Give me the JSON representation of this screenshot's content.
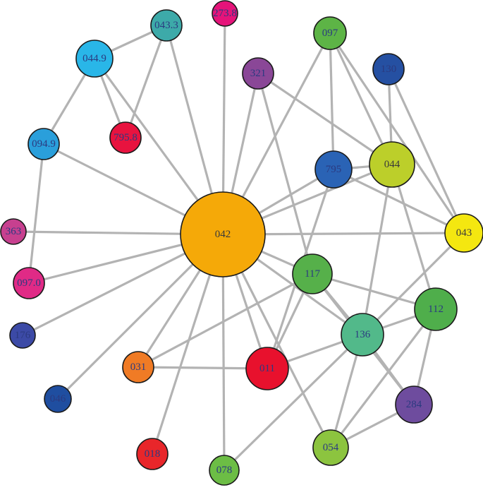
{
  "graph": {
    "nodes": [
      {
        "id": "042",
        "label": "042",
        "color": "#F5A908",
        "text_color": "#3a3a3a"
      },
      {
        "id": "273.8",
        "label": "273.8",
        "color": "#E5147A",
        "text_color": "#2b3a80"
      },
      {
        "id": "043.3",
        "label": "043.3",
        "color": "#3DAAA9",
        "text_color": "#2b3a80"
      },
      {
        "id": "044.9",
        "label": "044.9",
        "color": "#29B6E8",
        "text_color": "#2b3a80"
      },
      {
        "id": "795.8",
        "label": "795.8",
        "color": "#E8133F",
        "text_color": "#2b3a80"
      },
      {
        "id": "094.9",
        "label": "094.9",
        "color": "#2A9FDB",
        "text_color": "#2b3a80"
      },
      {
        "id": "363",
        "label": "363",
        "color": "#C7408F",
        "text_color": "#2b3a80"
      },
      {
        "id": "097.0",
        "label": "097.0",
        "color": "#E02A86",
        "text_color": "#2b3a80"
      },
      {
        "id": "176",
        "label": "176",
        "color": "#3C4AA6",
        "text_color": "#2b3a80"
      },
      {
        "id": "046",
        "label": "046",
        "color": "#1F4EA0",
        "text_color": "#2b3a80"
      },
      {
        "id": "031",
        "label": "031",
        "color": "#F07B25",
        "text_color": "#2b3a80"
      },
      {
        "id": "018",
        "label": "018",
        "color": "#E8262A",
        "text_color": "#2b3a80"
      },
      {
        "id": "078",
        "label": "078",
        "color": "#6CBD45",
        "text_color": "#2b3a80"
      },
      {
        "id": "011",
        "label": "011",
        "color": "#E8112D",
        "text_color": "#2b3a80"
      },
      {
        "id": "321",
        "label": "321",
        "color": "#8A4797",
        "text_color": "#2b3a80"
      },
      {
        "id": "097",
        "label": "097",
        "color": "#5DB446",
        "text_color": "#2b3a80"
      },
      {
        "id": "130",
        "label": "130",
        "color": "#2550A2",
        "text_color": "#2b3a80"
      },
      {
        "id": "795",
        "label": "795",
        "color": "#2A63B5",
        "text_color": "#2b3a80"
      },
      {
        "id": "044",
        "label": "044",
        "color": "#BCCF2A",
        "text_color": "#3a3a3a"
      },
      {
        "id": "043",
        "label": "043",
        "color": "#F4E710",
        "text_color": "#3a3a3a"
      },
      {
        "id": "117",
        "label": "117",
        "color": "#56B04A",
        "text_color": "#2b3a80"
      },
      {
        "id": "112",
        "label": "112",
        "color": "#4FAE4B",
        "text_color": "#2b3a80"
      },
      {
        "id": "136",
        "label": "136",
        "color": "#52B98A",
        "text_color": "#2b3a80"
      },
      {
        "id": "284",
        "label": "284",
        "color": "#6E4C9E",
        "text_color": "#2b3a80"
      },
      {
        "id": "054",
        "label": "054",
        "color": "#8CC43F",
        "text_color": "#2b3a80"
      }
    ],
    "edges": [
      [
        "042",
        "273.8"
      ],
      [
        "042",
        "043.3"
      ],
      [
        "042",
        "044.9"
      ],
      [
        "042",
        "094.9"
      ],
      [
        "042",
        "363"
      ],
      [
        "042",
        "097.0"
      ],
      [
        "042",
        "176"
      ],
      [
        "042",
        "046"
      ],
      [
        "042",
        "031"
      ],
      [
        "042",
        "018"
      ],
      [
        "042",
        "078"
      ],
      [
        "042",
        "011"
      ],
      [
        "042",
        "321"
      ],
      [
        "042",
        "097"
      ],
      [
        "042",
        "795"
      ],
      [
        "042",
        "044"
      ],
      [
        "042",
        "043"
      ],
      [
        "042",
        "117"
      ],
      [
        "042",
        "136"
      ],
      [
        "042",
        "054"
      ],
      [
        "043.3",
        "044.9"
      ],
      [
        "043.3",
        "795.8"
      ],
      [
        "044.9",
        "795.8"
      ],
      [
        "044.9",
        "094.9"
      ],
      [
        "094.9",
        "097.0"
      ],
      [
        "031",
        "011"
      ],
      [
        "031",
        "117"
      ],
      [
        "078",
        "136"
      ],
      [
        "011",
        "117"
      ],
      [
        "011",
        "795"
      ],
      [
        "011",
        "136"
      ],
      [
        "321",
        "117"
      ],
      [
        "321",
        "044"
      ],
      [
        "097",
        "795"
      ],
      [
        "097",
        "044"
      ],
      [
        "097",
        "043"
      ],
      [
        "130",
        "044"
      ],
      [
        "130",
        "043"
      ],
      [
        "795",
        "044"
      ],
      [
        "795",
        "043"
      ],
      [
        "044",
        "136"
      ],
      [
        "044",
        "112"
      ],
      [
        "043",
        "136"
      ],
      [
        "117",
        "112"
      ],
      [
        "117",
        "136"
      ],
      [
        "117",
        "284"
      ],
      [
        "136",
        "112"
      ],
      [
        "136",
        "284"
      ],
      [
        "136",
        "054"
      ],
      [
        "112",
        "284"
      ],
      [
        "112",
        "054"
      ],
      [
        "284",
        "054"
      ]
    ]
  }
}
